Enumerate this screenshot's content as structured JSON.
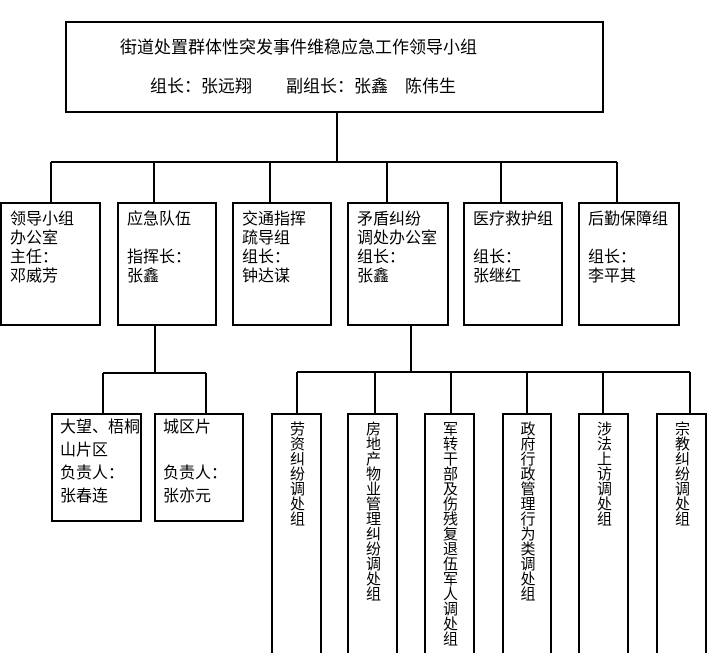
{
  "org_chart": {
    "title": {
      "line1": "街道处置群体性突发事件维稳应急工作领导小组",
      "line2": "组长：张远翔　　副组长：张鑫　陈伟生"
    },
    "level2_boxes": [
      {
        "name": "leading-group-office",
        "label": "领导小组\n办公室\n主任：\n邓威芳"
      },
      {
        "name": "emergency-team",
        "label": "应急队伍\n\n指挥长：\n张鑫"
      },
      {
        "name": "traffic-command-group",
        "label": "交通指挥\n疏导组\n组长：\n钟达谋"
      },
      {
        "name": "dispute-mediation-office",
        "label": "矛盾纠纷\n调处办公室\n组长：\n张鑫"
      },
      {
        "name": "medical-rescue-group",
        "label": "医疗救护组\n\n组长：\n张继红"
      },
      {
        "name": "logistics-support-group",
        "label": "后勤保障组\n\n组长：\n李平其"
      }
    ],
    "level3_area_boxes": [
      {
        "name": "dawang-wutongshan-area",
        "label": "大望、梧桐\n山片区\n负责人：\n张春连"
      },
      {
        "name": "urban-area",
        "label": "城区片\n\n负责人：\n张亦元"
      }
    ],
    "level3_mediation_boxes": [
      {
        "name": "labor-dispute-mediation",
        "label": "劳资纠纷调处组"
      },
      {
        "name": "real-estate-property-mediation",
        "label": "房地产物业管理纠纷调处组"
      },
      {
        "name": "military-veterans-mediation",
        "label": "军转干部及伤残复退伍军人调处组"
      },
      {
        "name": "government-administration-mediation",
        "label": "政府行政管理行为类调处组"
      },
      {
        "name": "legal-petition-mediation",
        "label": "涉法上访调处组"
      },
      {
        "name": "religious-dispute-mediation",
        "label": "宗教纠纷调处组"
      }
    ]
  }
}
